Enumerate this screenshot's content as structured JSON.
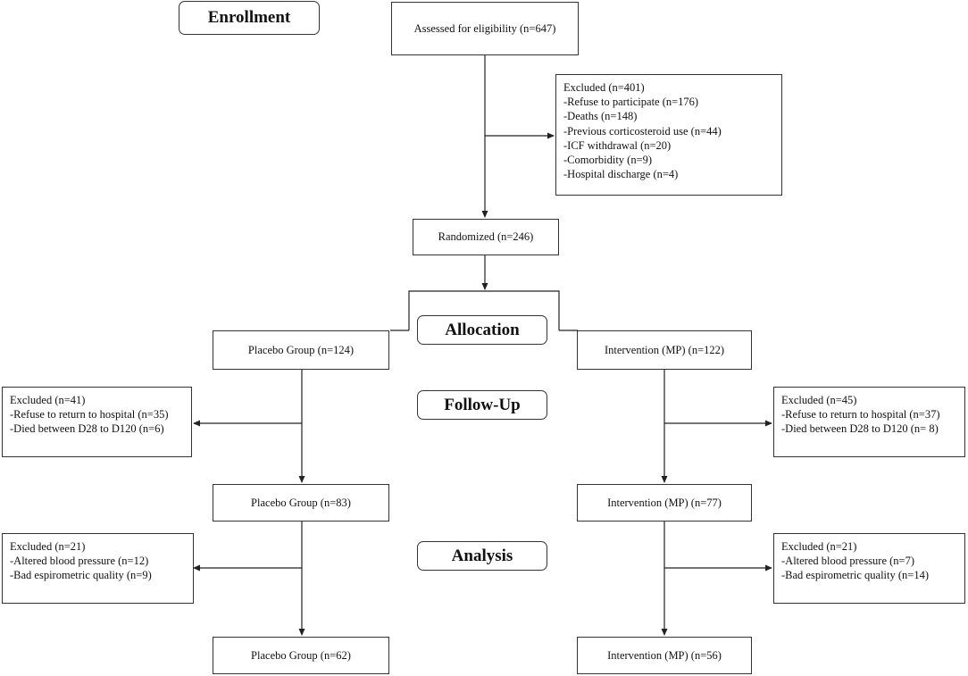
{
  "stages": {
    "enrollment": "Enrollment",
    "allocation": "Allocation",
    "follow_up": "Follow-Up",
    "analysis": "Analysis"
  },
  "assessed": "Assessed for eligibility (n=647)",
  "excluded_main": {
    "title": "Excluded (n=401)",
    "items": [
      "-Refuse to participate (n=176)",
      "-Deaths (n=148)",
      "-Previous corticosteroid use (n=44)",
      "-ICF withdrawal (n=20)",
      "-Comorbidity (n=9)",
      "-Hospital discharge (n=4)"
    ]
  },
  "randomized": "Randomized (n=246)",
  "placebo": {
    "allocated": "Placebo Group (n=124)",
    "followup_excluded": {
      "title": "Excluded (n=41)",
      "items": [
        "-Refuse to return to hospital (n=35)",
        "-Died between D28 to D120 (n=6)"
      ]
    },
    "followup": "Placebo Group (n=83)",
    "analysis_excluded": {
      "title": "Excluded (n=21)",
      "items": [
        "-Altered blood pressure (n=12)",
        "-Bad espirometric quality (n=9)"
      ]
    },
    "analysis": "Placebo Group (n=62)"
  },
  "intervention": {
    "allocated": "Intervention (MP) (n=122)",
    "followup_excluded": {
      "title": "Excluded (n=45)",
      "items": [
        "-Refuse to return to hospital (n=37)",
        "-Died between D28 to D120 (n= 8)"
      ]
    },
    "followup": "Intervention (MP) (n=77)",
    "analysis_excluded": {
      "title": "Excluded (n=21)",
      "items": [
        "-Altered blood pressure (n=7)",
        "-Bad espirometric quality (n=14)"
      ]
    },
    "analysis": "Intervention (MP) (n=56)"
  }
}
